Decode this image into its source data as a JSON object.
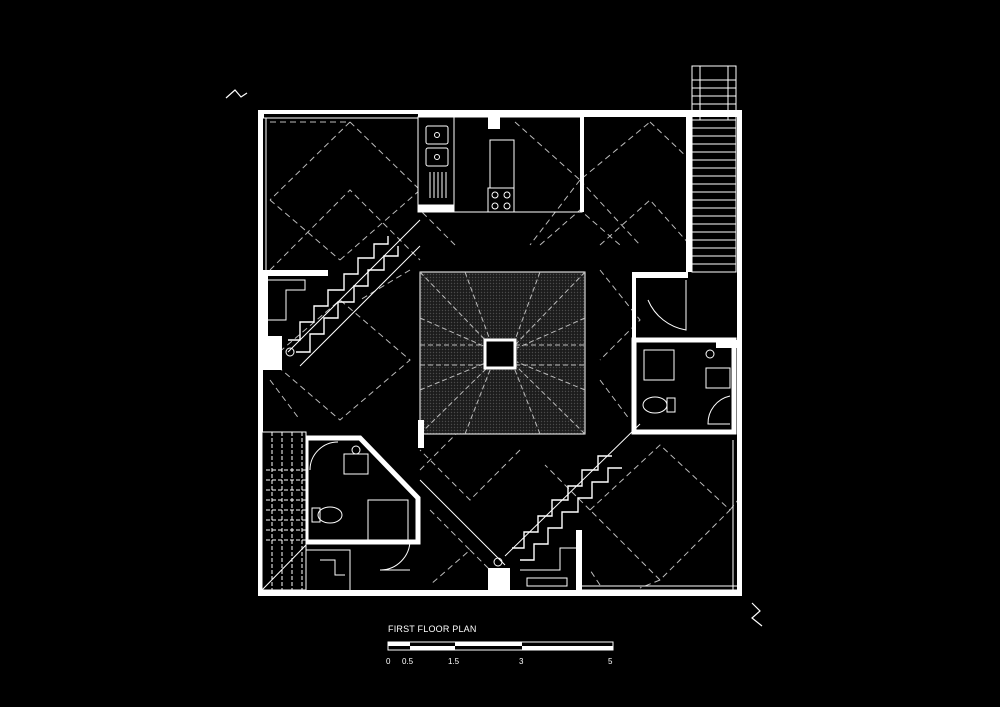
{
  "drawing": {
    "title": "FIRST FLOOR PLAN",
    "scale_labels": [
      "0",
      "0.5",
      "1.5",
      "3",
      "5"
    ]
  },
  "colors": {
    "background": "#000000",
    "line": "#ffffff",
    "courtyard": "#262626"
  }
}
